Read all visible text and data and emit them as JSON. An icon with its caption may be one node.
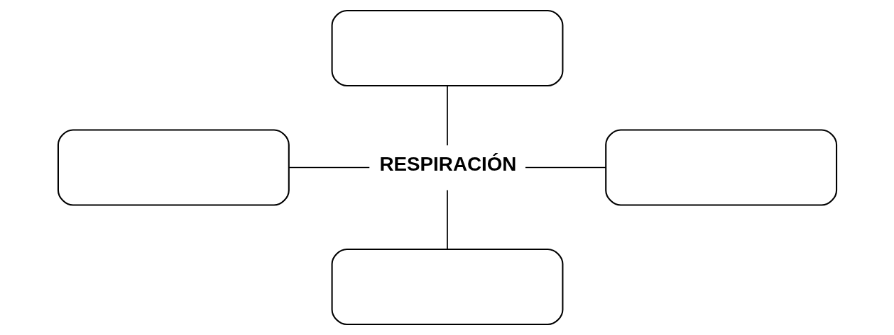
{
  "diagram": {
    "nodes": [
      {
        "text": [],
        "shape": "box"
      },
      {
        "text": [],
        "shape": "box"
      },
      {
        "text": [
          "RESPIRACIÓN"
        ]
      },
      {
        "text": [],
        "shape": "box"
      },
      {
        "text": [],
        "shape": "box"
      }
    ],
    "edges": [
      {
        "from": 0,
        "to": 2,
        "arrow": "none"
      },
      {
        "from": 1,
        "to": 2,
        "arrow": "none"
      },
      {
        "from": 2,
        "to": 3,
        "arrow": "none"
      },
      {
        "from": 2,
        "to": 4,
        "arrow": "none"
      }
    ]
  }
}
